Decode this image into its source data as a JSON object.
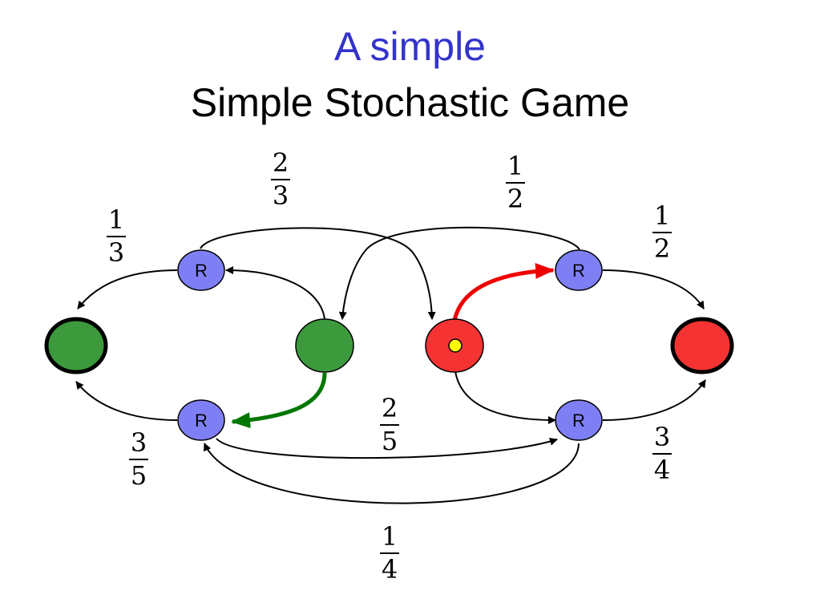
{
  "title": {
    "line1": "A simple",
    "line2": "Simple Stochastic Game",
    "line1_color": "#3333CC"
  },
  "colors": {
    "random_node": "#7F7FF5",
    "sink_zero": "#3C9A3C",
    "sink_one": "#F53333",
    "max_node": "#3C9A3C",
    "min_node": "#F53333",
    "highlight_green": "#007700",
    "highlight_red": "#EE0000",
    "token": "#FFFF00"
  },
  "nodes": {
    "random_label": "R"
  },
  "probabilities": {
    "top_left_to_left_sink": {
      "num": "1",
      "den": "3"
    },
    "top_left_to_min": {
      "num": "2",
      "den": "3"
    },
    "top_right_to_max": {
      "num": "1",
      "den": "2"
    },
    "top_right_to_right_sink": {
      "num": "1",
      "den": "2"
    },
    "bottom_left_to_left_sink": {
      "num": "3",
      "den": "5"
    },
    "bottom_left_to_bottom_right": {
      "num": "2",
      "den": "5"
    },
    "bottom_right_to_right_sink": {
      "num": "3",
      "den": "4"
    },
    "bottom_right_to_bottom_left": {
      "num": "1",
      "den": "4"
    }
  }
}
